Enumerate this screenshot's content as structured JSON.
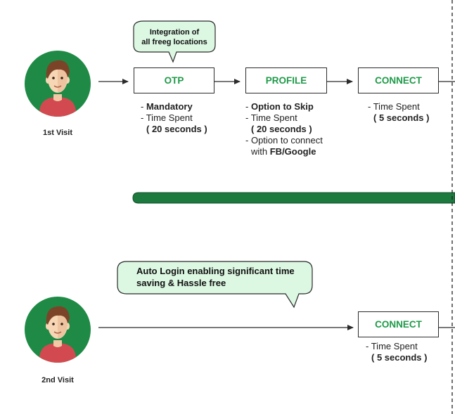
{
  "callouts": {
    "integration": [
      "Integration of",
      "all freeg locations"
    ],
    "auto_login": [
      "Auto Login enabling significant time",
      "saving & Hassle free"
    ]
  },
  "visits": [
    {
      "label": "1st Visit",
      "steps": [
        {
          "title": "OTP",
          "notes": [
            {
              "prefix": "- ",
              "text": "Mandatory",
              "bold": true
            },
            {
              "prefix": "- ",
              "text": "Time Spent",
              "bold": false
            },
            {
              "prefix": "( ",
              "text": "20 seconds )",
              "bold": true
            }
          ]
        },
        {
          "title": "PROFILE",
          "notes": [
            {
              "prefix": "- ",
              "text": "Option to Skip",
              "bold": true
            },
            {
              "prefix": "- ",
              "text": "Time Spent",
              "bold": false
            },
            {
              "prefix": "( ",
              "text": "20 seconds )",
              "bold": true
            },
            {
              "prefix": "- ",
              "text": "Option to connect",
              "bold": false
            },
            {
              "prefix": "with ",
              "text": "FB/Google",
              "bold": true
            }
          ]
        },
        {
          "title": "CONNECT",
          "notes": [
            {
              "prefix": "- ",
              "text": "Time Spent",
              "bold": false
            },
            {
              "prefix": "( ",
              "text": "5 seconds )",
              "bold": true
            }
          ]
        }
      ]
    },
    {
      "label": "2nd Visit",
      "steps": [
        {
          "title": "CONNECT",
          "notes": [
            {
              "prefix": "- ",
              "text": "Time Spent",
              "bold": false
            },
            {
              "prefix": "( ",
              "text": "5 seconds )",
              "bold": true
            }
          ]
        }
      ]
    }
  ],
  "colors": {
    "brand_green": "#1e9a48",
    "avatar_green": "#1e8a45",
    "callout_fill": "#dcf7e2",
    "divider_bar": "#1c7a3f"
  }
}
